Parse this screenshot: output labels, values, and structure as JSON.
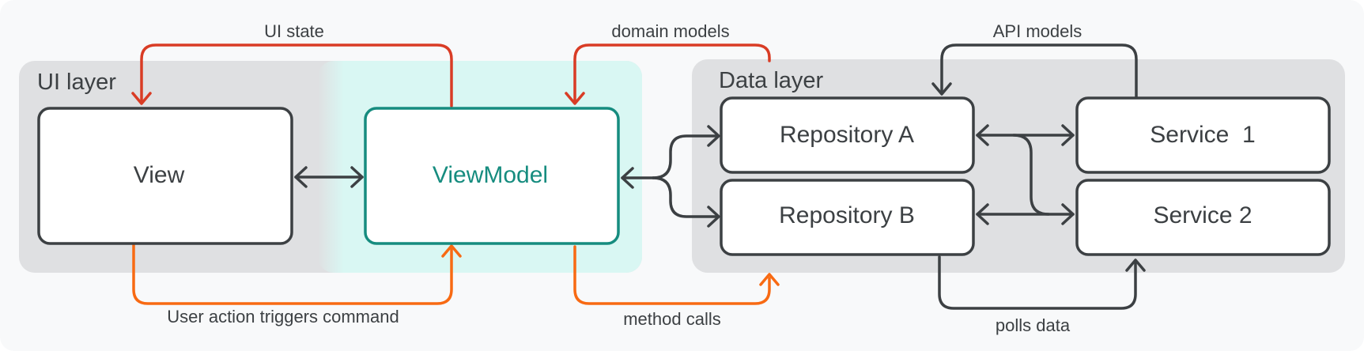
{
  "layers": {
    "ui": {
      "label": "UI layer"
    },
    "data": {
      "label": "Data layer"
    }
  },
  "nodes": {
    "view": {
      "label": "View"
    },
    "viewmodel": {
      "label": "ViewModel"
    },
    "repo_a": {
      "label": "Repository A"
    },
    "repo_b": {
      "label": "Repository B"
    },
    "service_1": {
      "label": "Service  1"
    },
    "service_2": {
      "label": "Service 2"
    }
  },
  "edges": {
    "ui_state": "UI state",
    "domain_models": "domain models",
    "api_models": "API models",
    "user_action": "User action triggers command",
    "method_calls": "method calls",
    "polls_data": "polls data"
  },
  "colors": {
    "background": "#f8f9fa",
    "layer_fill": "#dfe0e2",
    "viewmodel_fill": "#d9f7f3",
    "box_stroke": "#3c4043",
    "viewmodel_stroke": "#168c7f",
    "viewmodel_text": "#168c7f",
    "red_arrow": "#d93c25",
    "orange_arrow": "#f86a13",
    "gray_arrow": "#3c4043"
  }
}
